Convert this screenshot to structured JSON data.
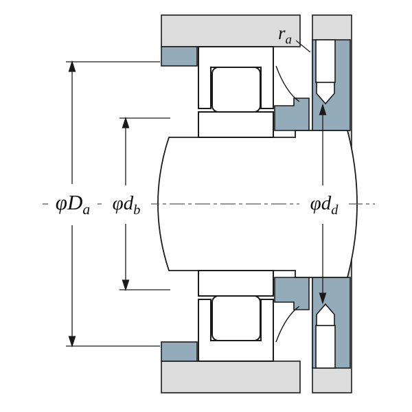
{
  "labels": {
    "Da": {
      "prefix": "φD",
      "sub": "a"
    },
    "db": {
      "prefix": "φd",
      "sub": "b"
    },
    "dd": {
      "prefix": "φd",
      "sub": "d"
    },
    "ra": {
      "prefix": "r",
      "sub": "a"
    }
  },
  "colors": {
    "housing_gray": "#dcdcdc",
    "part_blue": "#94acba",
    "line": "#1a1a1a",
    "centerline": "#555555"
  }
}
